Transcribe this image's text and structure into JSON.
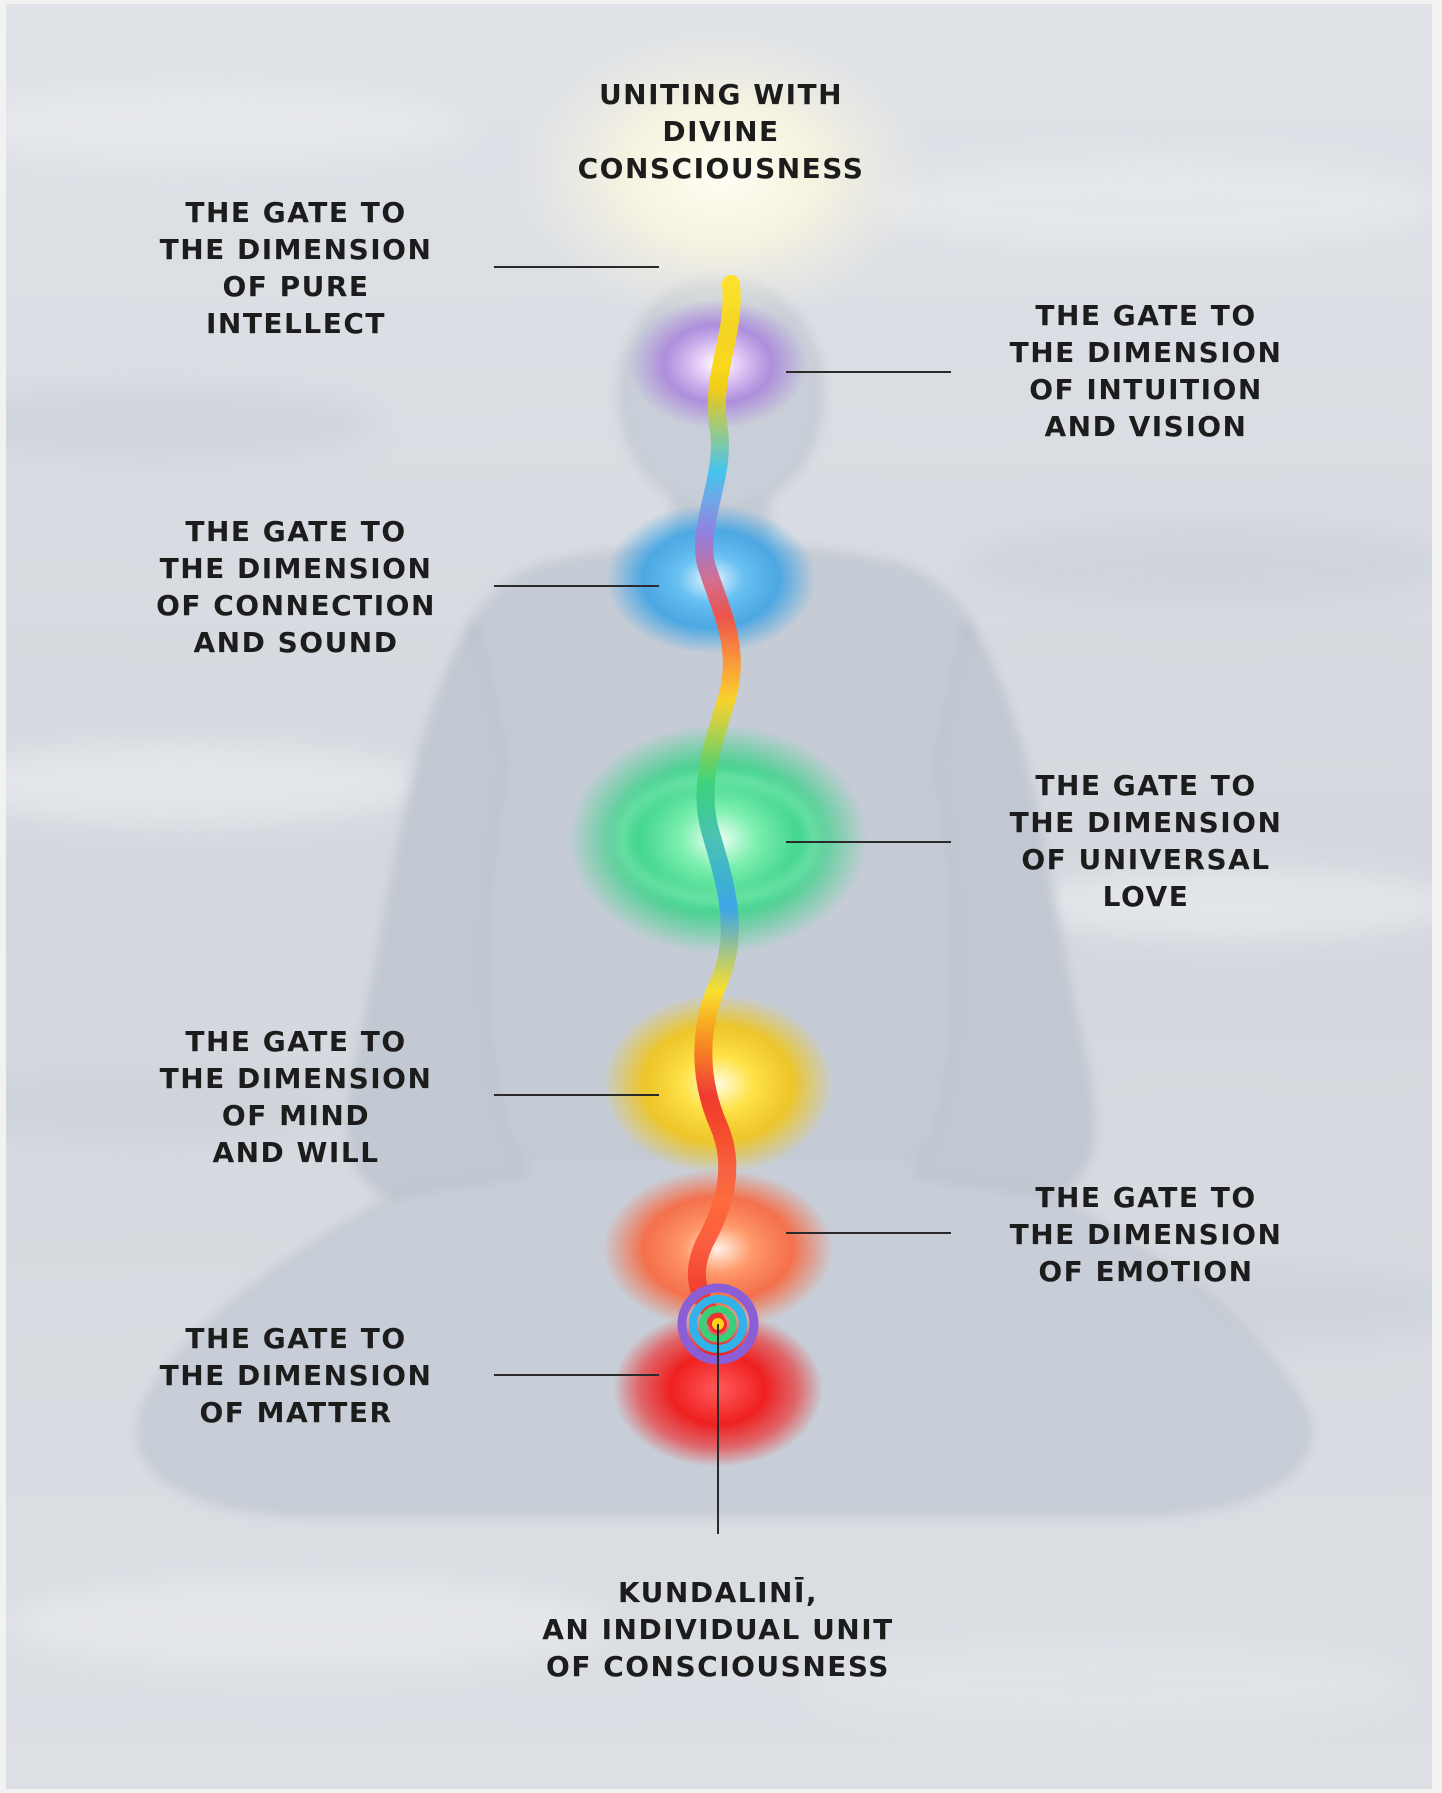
{
  "top_label": {
    "lines": [
      "UNITING WITH",
      "DIVINE",
      "CONSCIOUSNESS"
    ]
  },
  "gates": [
    {
      "id": "pure-intellect",
      "lines": [
        "THE GATE TO",
        "THE DIMENSION",
        "OF PURE",
        "INTELLECT"
      ],
      "side": "left",
      "color": "#a98bdc"
    },
    {
      "id": "intuition-vision",
      "lines": [
        "THE GATE TO",
        "THE DIMENSION",
        "OF INTUITION",
        "AND VISION"
      ],
      "side": "right",
      "color": "#9a6fd6"
    },
    {
      "id": "connection-sound",
      "lines": [
        "THE GATE TO",
        "THE DIMENSION",
        "OF CONNECTION",
        "AND SOUND"
      ],
      "side": "left",
      "color": "#3aa9e8"
    },
    {
      "id": "universal-love",
      "lines": [
        "THE GATE TO",
        "THE DIMENSION",
        "OF UNIVERSAL",
        "LOVE"
      ],
      "side": "right",
      "color": "#2fd07a"
    },
    {
      "id": "mind-will",
      "lines": [
        "THE GATE TO",
        "THE DIMENSION",
        "OF MIND",
        "AND WILL"
      ],
      "side": "left",
      "color": "#f7d21a"
    },
    {
      "id": "emotion",
      "lines": [
        "THE GATE TO",
        "THE DIMENSION",
        "OF EMOTION"
      ],
      "side": "right",
      "color": "#ff6a3a"
    },
    {
      "id": "matter",
      "lines": [
        "THE GATE TO",
        "THE DIMENSION",
        "OF MATTER"
      ],
      "side": "left",
      "color": "#ee2424"
    }
  ],
  "bottom_label": {
    "lines": [
      "KUNDALINĪ,",
      "AN INDIVIDUAL UNIT",
      "OF CONSCIOUSNESS"
    ]
  },
  "colors": {
    "background": "#d6dadf",
    "figure": "#c7cdd6",
    "text": "#1c1c1c",
    "crown_glow": "#fffbe6"
  }
}
